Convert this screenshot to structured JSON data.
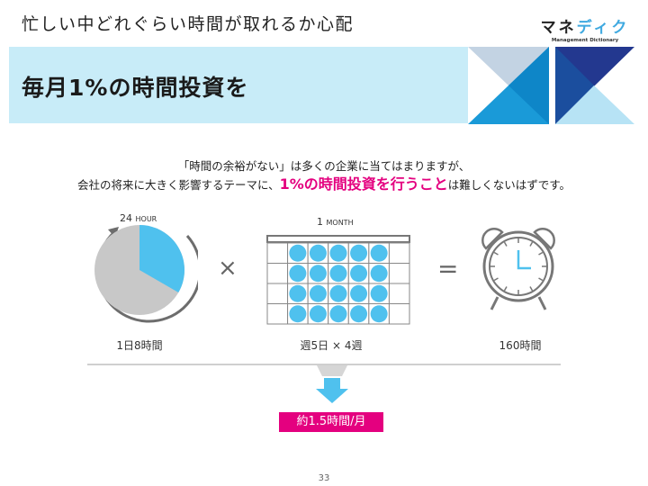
{
  "header": {
    "subtitle": "忙しい中どれぐらい時間が取れるか心配"
  },
  "logo": {
    "mark_main": "マネ",
    "mark_accent": "ディク",
    "tagline": "Management Dictionary"
  },
  "banner": {
    "title": "毎月1%の時間投資を"
  },
  "lead": {
    "line1": "「時間の余裕がない」は多くの企業に当てはまりますが、",
    "line2_before": "会社の将来に大きく影響するテーマに、",
    "line2_highlight": "1%の時間投資を行うこと",
    "line2_after": "は難しくないはずです。"
  },
  "diagram": {
    "pie_caption_num": "24",
    "pie_caption_unit": "HOUR",
    "pie_fraction": 0.3333,
    "calendar_caption_num": "1",
    "calendar_caption_unit": "MONTH",
    "times_symbol": "×",
    "equals_symbol": "=",
    "label_day": "1日8時間",
    "label_month": "週5日 × 4週",
    "label_total": "160時間",
    "result": "約1.5時間/月"
  },
  "colors": {
    "accent_blue": "#4fc1ee",
    "pink": "#e4007f",
    "banner": "#c8ecf8"
  },
  "footer": {
    "page_number": "33"
  }
}
